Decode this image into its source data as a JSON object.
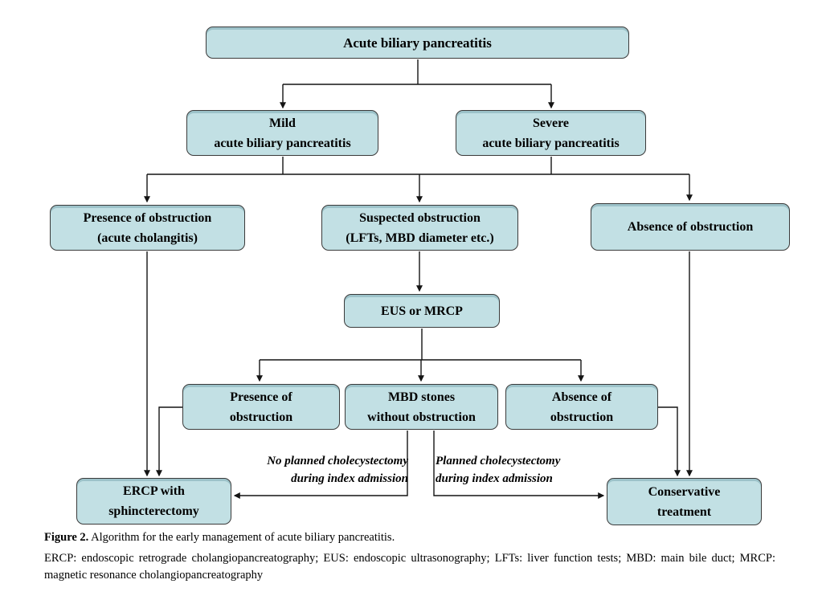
{
  "figure": {
    "nodes": {
      "acute": {
        "lines": [
          "Acute biliary pancreatitis"
        ]
      },
      "mild": {
        "lines": [
          "Mild",
          "acute biliary pancreatitis"
        ]
      },
      "severe": {
        "lines": [
          "Severe",
          "acute biliary pancreatitis"
        ]
      },
      "presence_obstruction_cholangitis": {
        "lines": [
          "Presence of obstruction",
          "(acute cholangitis)"
        ]
      },
      "suspected_obstruction": {
        "lines": [
          "Suspected obstruction",
          "(LFTs, MBD diameter etc.)"
        ]
      },
      "absence_obstruction": {
        "lines": [
          "Absence of obstruction"
        ]
      },
      "eus_mrcp": {
        "lines": [
          "EUS or MRCP"
        ]
      },
      "presence_obstruction_after_imaging": {
        "lines": [
          "Presence of",
          "obstruction"
        ]
      },
      "mbd_stones_without_obstruction": {
        "lines": [
          "MBD stones",
          "without obstruction"
        ]
      },
      "absence_obstruction_after_imaging": {
        "lines": [
          "Absence of",
          "obstruction"
        ]
      },
      "ercp_sphincterectomy": {
        "lines": [
          "ERCP with",
          "sphincterectomy"
        ]
      },
      "conservative_treatment": {
        "lines": [
          "Conservative",
          "treatment"
        ]
      }
    },
    "edge_labels": {
      "no_planned_cholecystectomy": {
        "lines": [
          "No planned cholecystectomy",
          "during index admission"
        ]
      },
      "planned_cholecystectomy": {
        "lines": [
          "Planned cholecystectomy",
          "during index admission"
        ]
      }
    },
    "colors": {
      "node_fill": "#c2e0e4",
      "node_top_shade": "#9cc2c9",
      "node_border": "#3a3a3a",
      "connector": "#141414",
      "text": "#000000"
    }
  },
  "caption": {
    "figure_label": "Figure 2.",
    "figure_text": "Algorithm for the early management of acute biliary pancreatitis.",
    "abbreviations": "ERCP: endoscopic retrograde cholangiopancreatography; EUS: endoscopic ultrasonography; LFTs: liver function tests; MBD: main bile duct; MRCP: magnetic resonance cholangiopancreatography"
  }
}
